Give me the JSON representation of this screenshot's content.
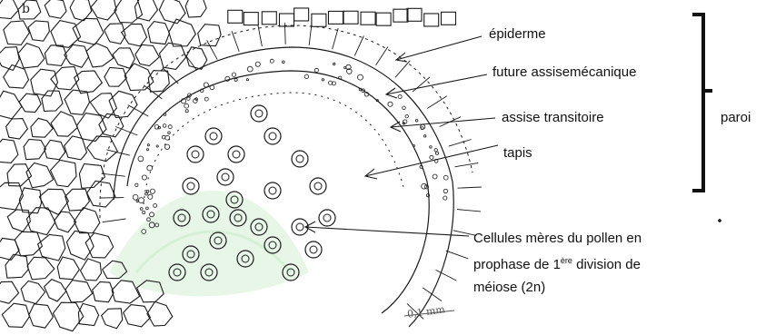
{
  "labels": {
    "epiderme": "épiderme",
    "future_assise": "future assisemécanique",
    "assise_transitoire": "assise transitoire",
    "tapis": "tapis",
    "paroi": "paroi",
    "cellules_line1": "Cellules mères du pollen en",
    "cellules_line2_a": "prophase de 1",
    "cellules_line2_sup": "ère",
    "cellules_line2_b": " division de",
    "cellules_line3": "méiose (2n)"
  },
  "marks": {
    "corner_letter": "b",
    "scale_bar": "0,1 mm"
  },
  "colors": {
    "ink": "#1a1a1a",
    "watermark": "#8fd18f"
  }
}
